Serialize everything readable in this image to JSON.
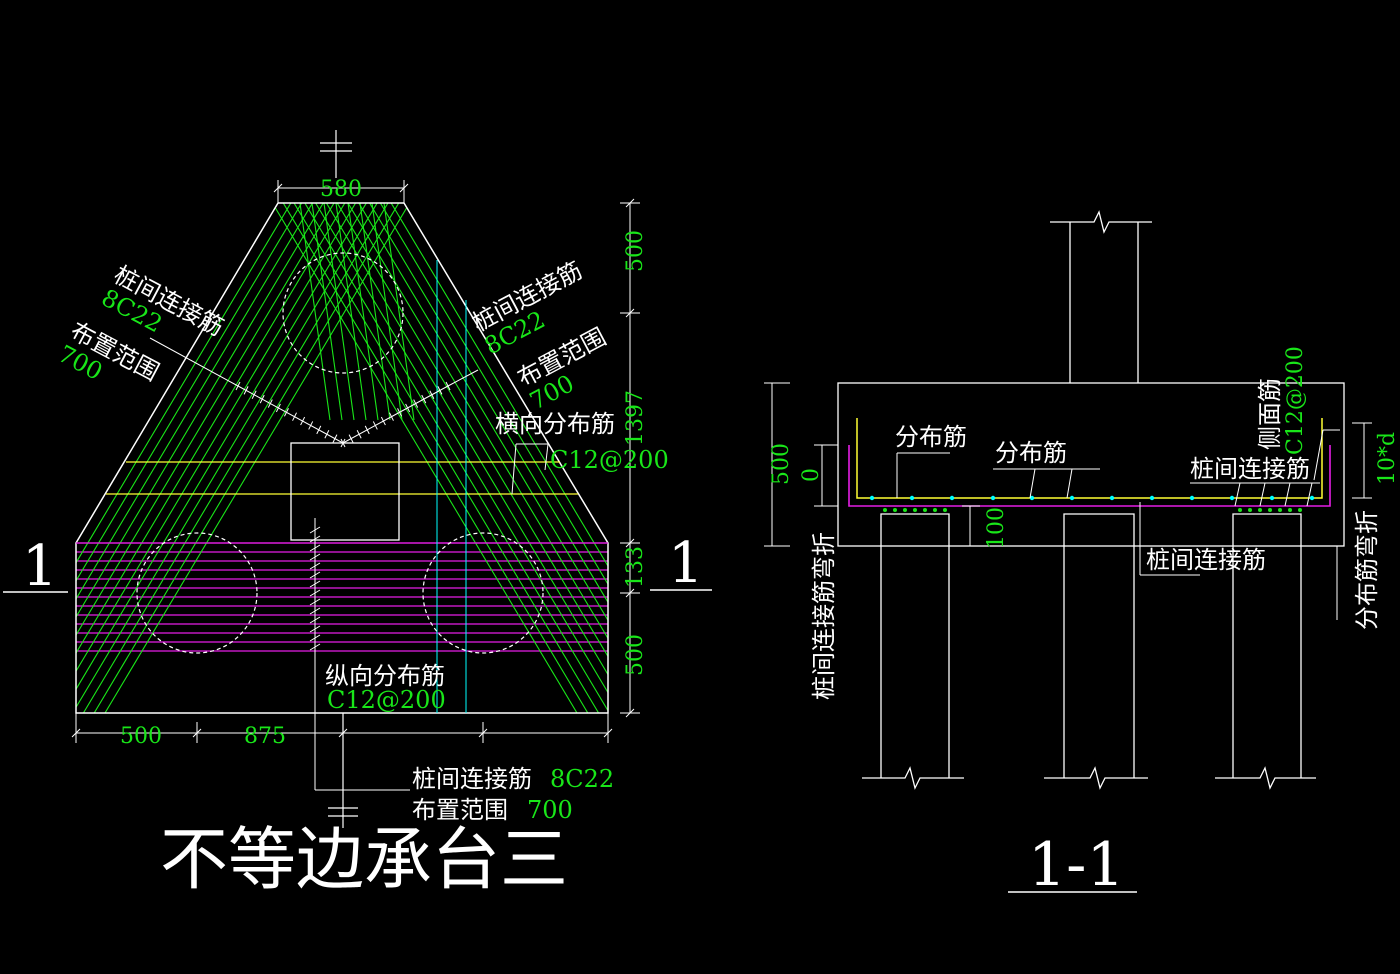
{
  "colors": {
    "background": "#000000",
    "outline": "#ffffff",
    "rebar_connect": "#19e619",
    "rebar_transverse": "#ffff33",
    "rebar_longitudinal": "#e61ee6",
    "aux_line": "#00ffff",
    "dimension_text": "#19e619",
    "label_text": "#ffffff"
  },
  "plan": {
    "section_mark_left": "1",
    "section_mark_right": "1",
    "dim_top": "580",
    "dim_bottom_1": "500",
    "dim_bottom_2": "875",
    "dim_right_1": "500",
    "dim_right_2": "1397",
    "dim_right_3": "133",
    "dim_right_4": "500",
    "left_diag_name": "桩间连接筋",
    "left_diag_spec": "8C22",
    "left_diag_range": "布置范围",
    "left_diag_range_val": "700",
    "right_diag_name": "桩间连接筋",
    "right_diag_spec": "8C22",
    "right_diag_range": "布置范围",
    "right_diag_range_val": "700",
    "transverse_name": "横向分布筋",
    "transverse_spec": "C12@200",
    "longitudinal_name": "纵向分布筋",
    "longitudinal_spec": "C12@200",
    "bottom_name": "桩间连接筋",
    "bottom_spec": "8C22",
    "bottom_range": "布置范围",
    "bottom_range_val": "700",
    "title": "不等边承台三"
  },
  "section": {
    "title": "1-1",
    "dim_height": "500",
    "dim_zero": "0",
    "dim_100": "100",
    "dim_10d": "10*d",
    "label_dist_1": "分布筋",
    "label_dist_2": "分布筋",
    "label_side": "侧面筋",
    "label_side_spec": "C12@200",
    "label_connect_right": "桩间连接筋",
    "label_connect_bottom": "桩间连接筋",
    "label_left_vertical": "桩间连接筋弯折",
    "label_right_vertical": "分布筋弯折"
  }
}
